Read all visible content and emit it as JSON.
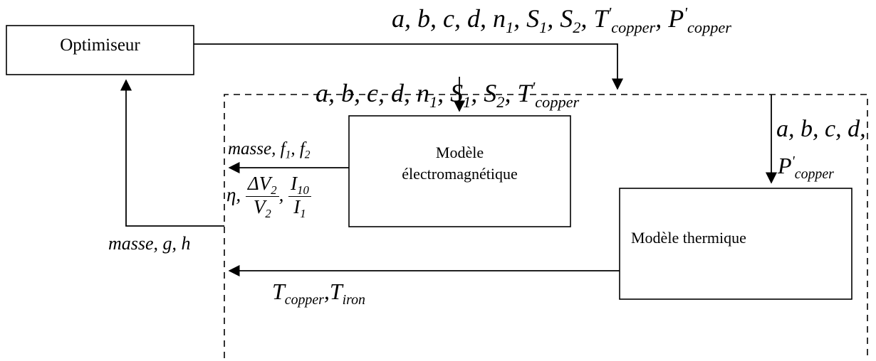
{
  "boxes": {
    "optimiseur": "Optimiseur",
    "electromag_line1": "Modèle",
    "electromag_line2": "électromagnétique",
    "thermique": "Modèle thermique"
  },
  "labels": {
    "top_params": {
      "vars": "a, b, c, d, n",
      "n_sub": "1",
      "s1": "S",
      "s1_sub": "1",
      "s2": "S",
      "s2_sub": "2",
      "t": "T",
      "t_sup": "'",
      "t_sub": "copper",
      "p": "P",
      "p_sup": "'",
      "p_sub": "copper"
    },
    "em_input": {
      "vars": "a, b, c, d, n",
      "n_sub": "1",
      "s1": "S",
      "s1_sub": "1",
      "s2": "S",
      "s2_sub": "2",
      "t": "T",
      "t_sup": "'",
      "t_sub": "copper"
    },
    "thermal_input": {
      "vars": "a, b, c, d,",
      "p": "P",
      "p_sup": "'",
      "p_sub": "copper"
    },
    "em_output": {
      "line1": "masse, f",
      "f1_sub": "1",
      "f2": "f",
      "f2_sub": "2",
      "eta": "η,",
      "dv_num": "ΔV",
      "dv_num_sub": "2",
      "dv_den": "V",
      "dv_den_sub": "2",
      "i_num": "I",
      "i_num_sub": "10",
      "i_den": "I",
      "i_den_sub": "1"
    },
    "feedback": "masse, g, h",
    "thermal_output": {
      "t1": "T",
      "t1_sub": "copper",
      "t2": "T",
      "t2_sub": "iron"
    }
  }
}
